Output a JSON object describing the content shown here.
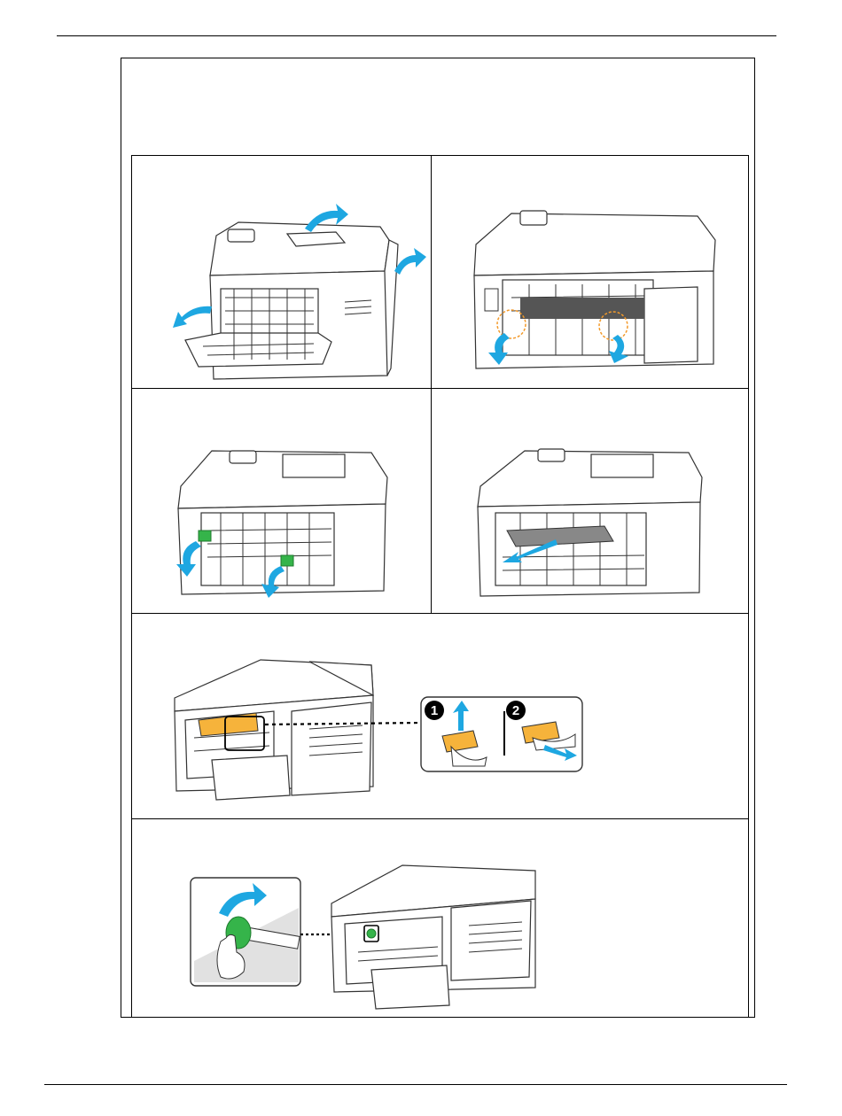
{
  "step_badges": [
    "1",
    "2"
  ],
  "colors": {
    "arrow_blue": "#1ea7e1",
    "tab_green": "#35b44a",
    "highlight_orange": "#f39a2b",
    "handle_yellow": "#f6b33b",
    "line_gray": "#333333"
  },
  "icons": [
    "curved-arrow-icon",
    "magnifier-callout",
    "hand-icon",
    "knob-icon"
  ]
}
